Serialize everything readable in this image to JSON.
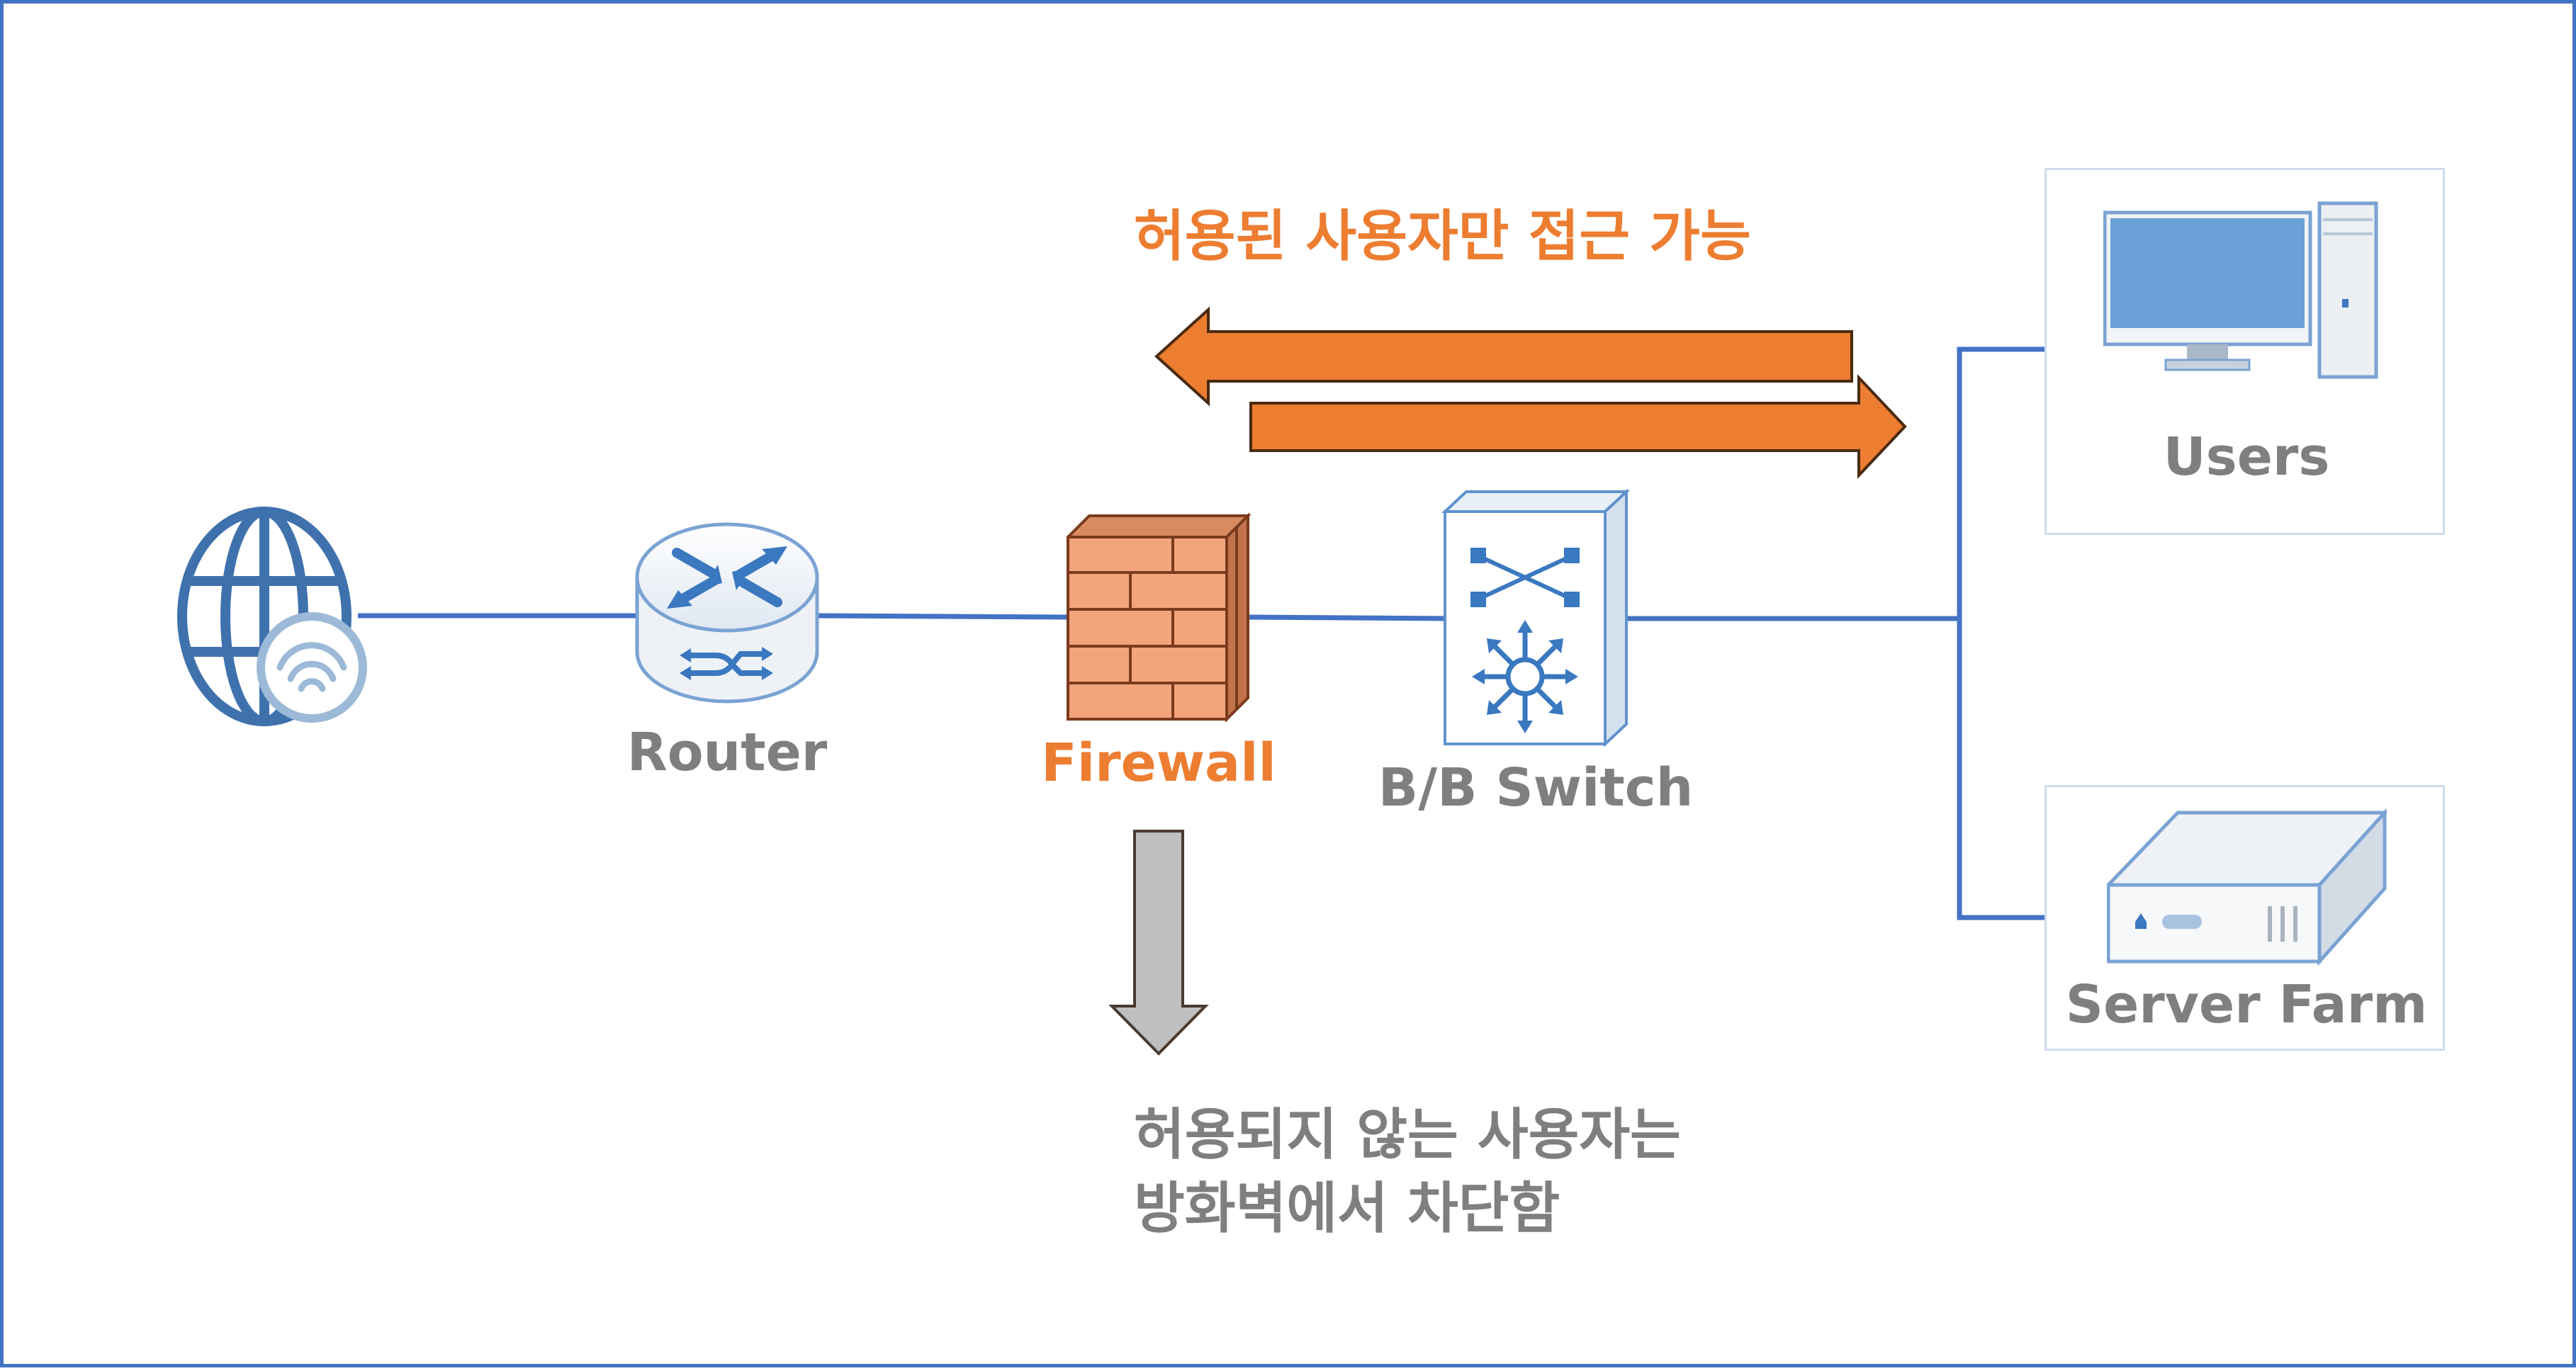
{
  "diagram": {
    "nodes": {
      "internet": {
        "label": "",
        "icon": "globe-wifi-icon"
      },
      "router": {
        "label": "Router",
        "icon": "router-icon"
      },
      "firewall": {
        "label": "Firewall",
        "icon": "firewall-icon"
      },
      "switch": {
        "label": "B/B Switch",
        "icon": "backbone-switch-icon"
      },
      "users": {
        "label": "Users",
        "icon": "desktop-computer-icon"
      },
      "server_farm": {
        "label": "Server Farm",
        "icon": "server-icon"
      }
    },
    "edges": [
      {
        "from": "internet",
        "to": "router"
      },
      {
        "from": "router",
        "to": "firewall"
      },
      {
        "from": "firewall",
        "to": "switch"
      },
      {
        "from": "switch",
        "to": "users"
      },
      {
        "from": "switch",
        "to": "server_farm"
      }
    ],
    "notes": {
      "allowed": "허용된 사용자만 접근 가능",
      "blocked": [
        "허용되지 않는 사용자는",
        "방화벽에서 차단함"
      ]
    },
    "arrows": [
      {
        "name": "allowed-traffic-inbound-arrow",
        "direction": "left"
      },
      {
        "name": "allowed-traffic-outbound-arrow",
        "direction": "right"
      },
      {
        "name": "blocked-traffic-arrow",
        "direction": "down"
      }
    ]
  },
  "colors": {
    "line": "#4472c4",
    "icon_blue": "#3a78c0",
    "accent_orange": "#ed7d31",
    "label_gray": "#7f7f7f",
    "brick": "#f4a47c",
    "blocked_arrow": "#bfbfbf"
  }
}
